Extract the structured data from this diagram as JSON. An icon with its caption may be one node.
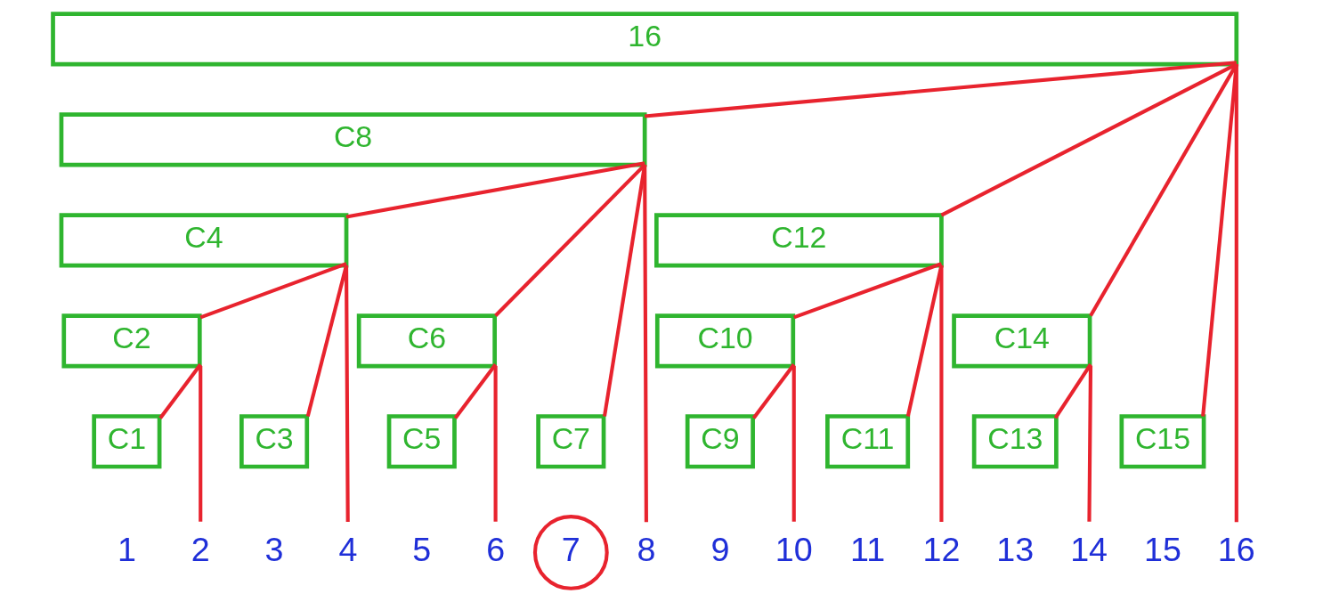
{
  "diagram": {
    "nodes": [
      {
        "text": [
          "16"
        ]
      },
      {
        "text": [
          "C8"
        ]
      },
      {
        "text": [
          "C4"
        ]
      },
      {
        "text": [
          "C12"
        ]
      },
      {
        "text": [
          "C2"
        ]
      },
      {
        "text": [
          "C6"
        ]
      },
      {
        "text": [
          "C10"
        ]
      },
      {
        "text": [
          "C14"
        ]
      },
      {
        "text": [
          "C1"
        ]
      },
      {
        "text": [
          "C3"
        ]
      },
      {
        "text": [
          "C5"
        ]
      },
      {
        "text": [
          "C7"
        ]
      },
      {
        "text": [
          "C9"
        ]
      },
      {
        "text": [
          "C11"
        ]
      },
      {
        "text": [
          "C13"
        ]
      },
      {
        "text": [
          "C15"
        ]
      },
      {
        "text": [
          "1"
        ]
      },
      {
        "text": [
          "2"
        ]
      },
      {
        "text": [
          "3"
        ]
      },
      {
        "text": [
          "4"
        ]
      },
      {
        "text": [
          "5"
        ]
      },
      {
        "text": [
          "6"
        ]
      },
      {
        "text": [
          "7"
        ]
      },
      {
        "text": [
          "8"
        ]
      },
      {
        "text": [
          "9"
        ]
      },
      {
        "text": [
          "10"
        ]
      },
      {
        "text": [
          "11"
        ]
      },
      {
        "text": [
          "12"
        ]
      },
      {
        "text": [
          "13"
        ]
      },
      {
        "text": [
          "14"
        ]
      },
      {
        "text": [
          "15"
        ]
      },
      {
        "text": [
          "16"
        ]
      }
    ],
    "edges": [
      {
        "from": 8,
        "to": 4,
        "arrow": "none"
      },
      {
        "from": 4,
        "to": 2,
        "arrow": "none"
      },
      {
        "from": 9,
        "to": 2,
        "arrow": "none"
      },
      {
        "from": 2,
        "to": 1,
        "arrow": "none"
      },
      {
        "from": 10,
        "to": 5,
        "arrow": "none"
      },
      {
        "from": 5,
        "to": 1,
        "arrow": "none"
      },
      {
        "from": 11,
        "to": 1,
        "arrow": "none"
      },
      {
        "from": 1,
        "to": 0,
        "arrow": "none"
      },
      {
        "from": 12,
        "to": 6,
        "arrow": "none"
      },
      {
        "from": 6,
        "to": 3,
        "arrow": "none"
      },
      {
        "from": 13,
        "to": 3,
        "arrow": "none"
      },
      {
        "from": 3,
        "to": 0,
        "arrow": "none"
      },
      {
        "from": 14,
        "to": 7,
        "arrow": "none"
      },
      {
        "from": 7,
        "to": 0,
        "arrow": "none"
      },
      {
        "from": 15,
        "to": 0,
        "arrow": "none"
      },
      {
        "from": 17,
        "to": 4,
        "arrow": "none"
      },
      {
        "from": 19,
        "to": 2,
        "arrow": "none"
      },
      {
        "from": 21,
        "to": 5,
        "arrow": "none"
      },
      {
        "from": 23,
        "to": 1,
        "arrow": "none"
      },
      {
        "from": 25,
        "to": 6,
        "arrow": "none"
      },
      {
        "from": 27,
        "to": 3,
        "arrow": "none"
      },
      {
        "from": 29,
        "to": 7,
        "arrow": "none"
      },
      {
        "from": 31,
        "to": 0,
        "arrow": "none"
      }
    ]
  }
}
